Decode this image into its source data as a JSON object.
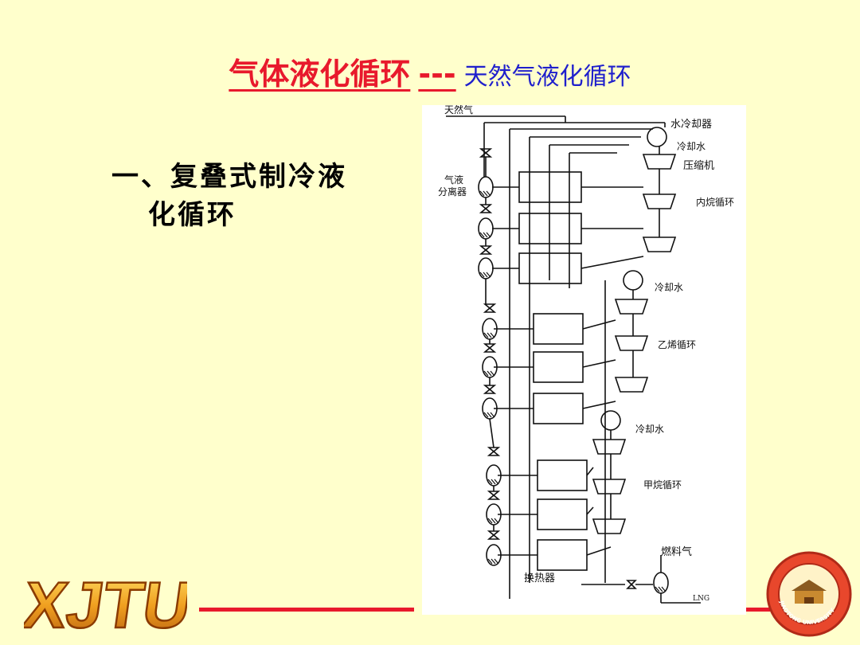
{
  "slide": {
    "title_main": "气体液化循环",
    "title_sep": "---",
    "title_sub": "天然气液化循环",
    "bullet_line1": "一、复叠式制冷液",
    "bullet_line2": "化循环"
  },
  "diagram": {
    "labels": {
      "natural_gas": "天然气",
      "water_cooler": "水冷却器",
      "cooling_water_1": "冷却水",
      "compressor": "压缩机",
      "gas_liquid_separator_a": "气液",
      "gas_liquid_separator_b": "分离器",
      "propane_cycle": "内烷循环",
      "cooling_water_2": "冷却水",
      "ethylene_cycle": "乙烯循环",
      "cooling_water_3": "冷却水",
      "methane_cycle": "甲烷循环",
      "fuel_gas": "燃料气",
      "heat_exchanger": "换热器",
      "lng": "LNG"
    }
  },
  "branding": {
    "logo_text": "XJTU",
    "seal_text": "JIAOTONG UNIVERSITY"
  },
  "colors": {
    "background": "#FFFFCC",
    "title_red": "#E8192C",
    "subtitle_blue": "#1F1FCC"
  }
}
